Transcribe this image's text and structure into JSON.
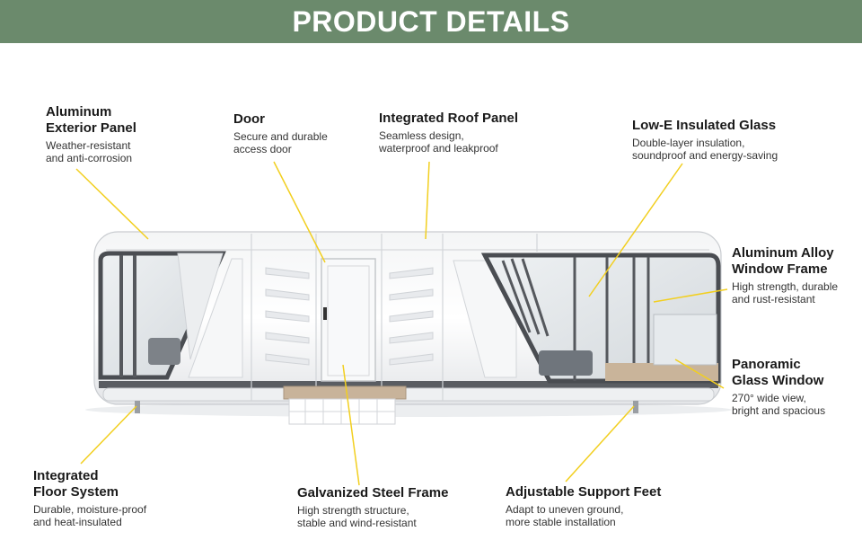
{
  "banner": {
    "title": "PRODUCT DETAILS"
  },
  "colors": {
    "banner": "#6b8a6c",
    "leader": "#f2cf1f",
    "window_frame": "#4a4d52"
  },
  "callouts": [
    {
      "title": "Aluminum\nExterior Panel",
      "desc": "Weather-resistant\nand anti-corrosion"
    },
    {
      "title": "Door",
      "desc": "Secure and durable\naccess door"
    },
    {
      "title": "Integrated Roof Panel",
      "desc": "Seamless design,\nwaterproof and leakproof"
    },
    {
      "title": "Low-E Insulated Glass",
      "desc": "Double-layer insulation,\nsoundproof and energy-saving"
    },
    {
      "title": "Aluminum Alloy\nWindow Frame",
      "desc": "High strength, durable\nand rust-resistant"
    },
    {
      "title": "Panoramic\nGlass Window",
      "desc": "270° wide view,\nbright and spacious"
    },
    {
      "title": "Integrated\nFloor System",
      "desc": "Durable, moisture-proof\nand heat-insulated"
    },
    {
      "title": "Galvanized Steel Frame",
      "desc": "High strength structure,\nstable and wind-resistant"
    },
    {
      "title": "Adjustable Support Feet",
      "desc": "Adapt to uneven ground,\nmore stable installation"
    }
  ]
}
